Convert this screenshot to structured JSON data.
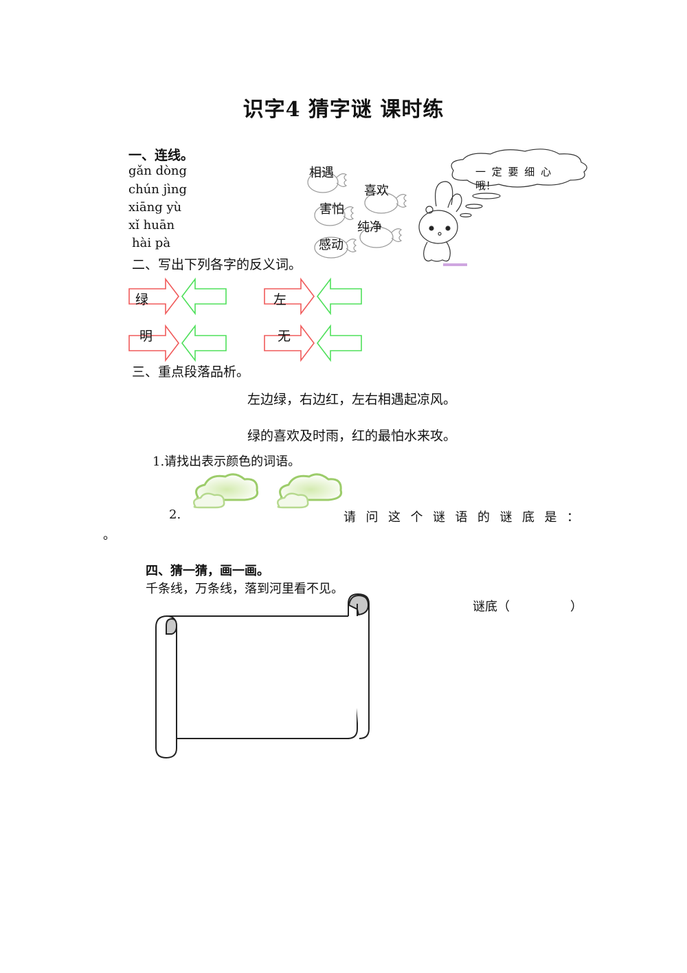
{
  "title": "识字4  猜字谜    课时练",
  "section1": {
    "heading": "一、连线。",
    "pinyin": [
      "gǎn   dòng",
      "chún   jìng",
      "xiāng   yù",
      "xǐ   huān",
      "hài   pà"
    ],
    "fish_words": [
      "相遇",
      "喜欢",
      "害怕",
      "纯净",
      "感动"
    ],
    "speech_bubble": {
      "line1": "一 定 要 细 心",
      "line2": "哦！"
    }
  },
  "section2": {
    "heading": "二、写出下列各字的反义词。",
    "pairs": [
      {
        "word": "绿",
        "answer": ""
      },
      {
        "word": "左",
        "answer": ""
      },
      {
        "word": "明",
        "answer": ""
      },
      {
        "word": "无",
        "answer": ""
      }
    ],
    "colors": {
      "red_arrow": "#f05a5a",
      "green_arrow": "#4ee05a"
    }
  },
  "section3": {
    "heading": "三、重点段落品析。",
    "riddle_lines": [
      "左边绿，右边红，左右相遇起凉风。",
      "绿的喜欢及时雨，红的最怕水来攻。"
    ],
    "q1": "1.请找出表示颜色的词语。",
    "q2_number": "2.",
    "q2_text": "请问这个谜语的谜底是：",
    "q2_tail": "。"
  },
  "section4": {
    "heading": "四、猜一猜，画一画。",
    "riddle": "千条线，万条线，落到河里看不见。",
    "answer_label": "谜底（",
    "answer_close": "）"
  }
}
